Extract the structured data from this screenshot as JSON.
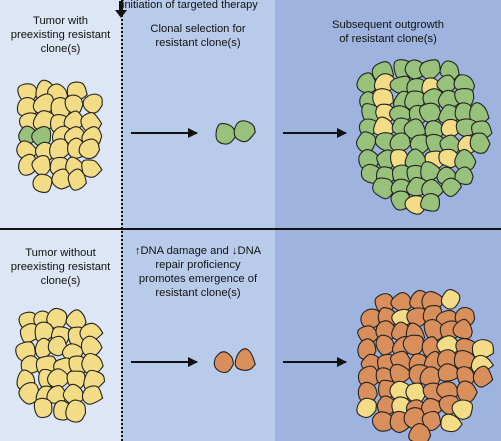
{
  "header": {
    "therapy_start": "initiation of targeted therapy"
  },
  "rows": [
    {
      "left_label": [
        "Tumor with",
        "preexisting resistant",
        "clone(s)"
      ],
      "middle_label": [
        "Clonal selection for",
        "resistant clone(s)"
      ],
      "right_label": [
        "Subsequent outgrowth",
        "of resistant clone(s)"
      ],
      "resistant_color": "#98c27b"
    },
    {
      "left_label": [
        "Tumor without",
        "preexisting resistant",
        "clone(s)"
      ],
      "middle_label": [
        "↑DNA damage and ↓DNA",
        "repair proficiency",
        "promotes emergence of",
        "resistant clone(s)"
      ],
      "right_label": [],
      "resistant_color": "#d98f5c"
    }
  ],
  "colors": {
    "sensitive_cell": "#f3dc86",
    "resistant_clone_row1": "#98c27b",
    "resistant_clone_row2": "#d98f5c",
    "panel_left": "#dde6f4",
    "panel_middle": "#b9cbea",
    "panel_right": "#9fb3df"
  }
}
